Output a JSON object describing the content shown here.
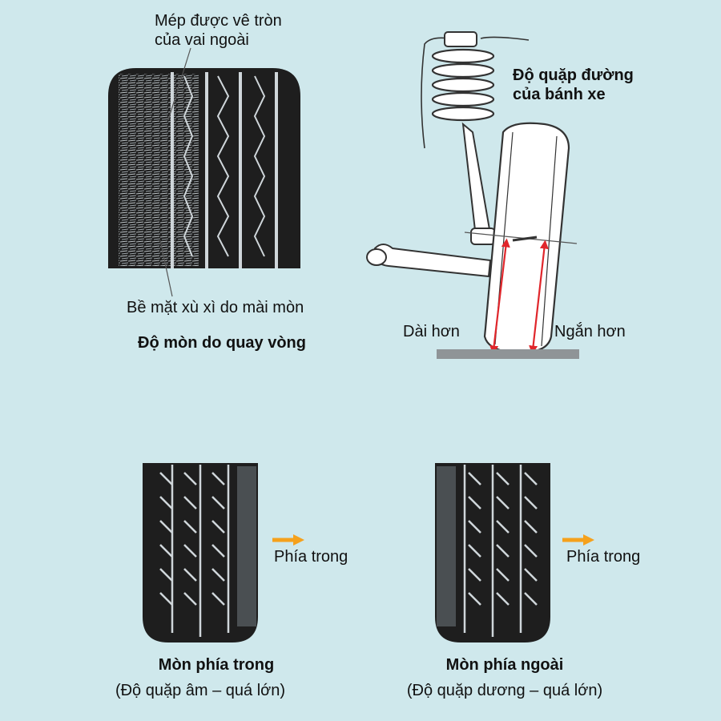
{
  "top_left": {
    "annotation_top_line1": "Mép được vê tròn",
    "annotation_top_line2": "của vai ngoài",
    "annotation_bottom": "Bề mặt xù xì do mài mòn",
    "caption": "Độ mòn do quay vòng"
  },
  "top_right": {
    "title_line1": "Độ quặp đường",
    "title_line2": "của bánh xe",
    "left_label": "Dài hơn",
    "right_label": "Ngắn hơn"
  },
  "bottom_left": {
    "direction_label": "Phía trong",
    "caption": "Mòn phía trong",
    "subcaption": "(Độ quặp âm – quá lớn)"
  },
  "bottom_right": {
    "direction_label": "Phía trong",
    "caption": "Mòn phía ngoài",
    "subcaption": "(Độ quặp dương – quá lớn)"
  },
  "colors": {
    "background": "#cfe8ec",
    "tire": "#222222",
    "arrow_red": "#e0262b",
    "arrow_orange": "#f5a11c"
  }
}
